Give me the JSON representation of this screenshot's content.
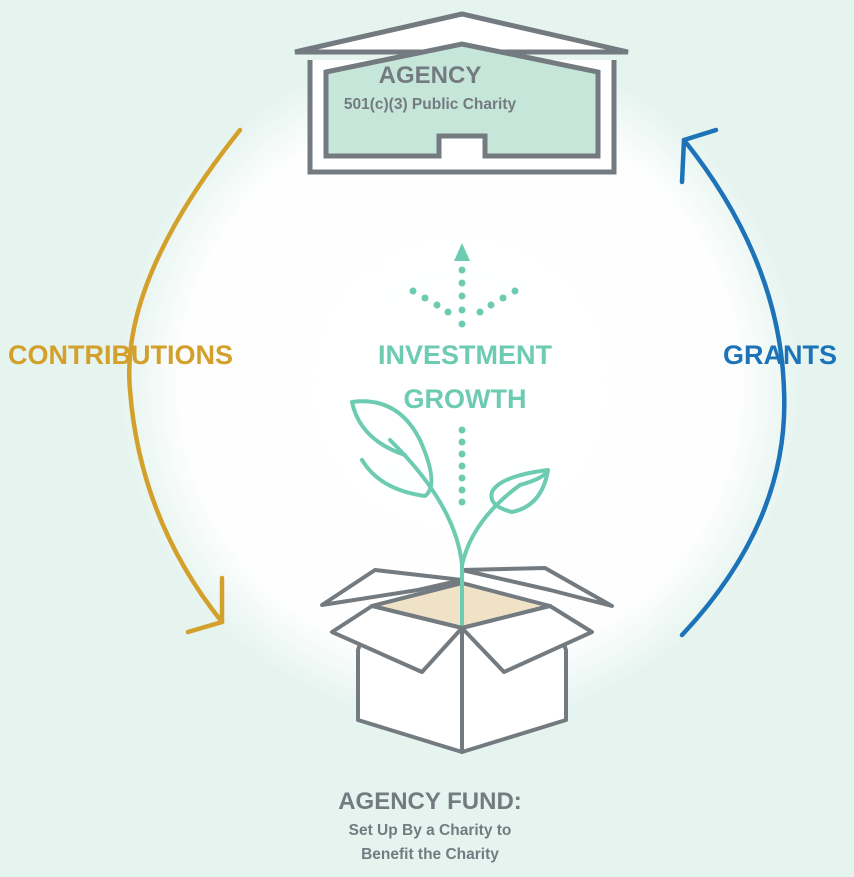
{
  "agency": {
    "title": "AGENCY",
    "subtitle": "501(c)(3) Public Charity"
  },
  "flows": {
    "contributions": "CONTRIBUTIONS",
    "grants": "GRANTS",
    "investment_line1": "INVESTMENT",
    "investment_line2": "GROWTH"
  },
  "fund": {
    "title": "AGENCY FUND:",
    "line1": "Set Up By a Charity to",
    "line2": "Benefit the Charity"
  },
  "colors": {
    "background": "#e6f4ef",
    "contributions": "#d3a02b",
    "grants": "#1c73b8",
    "investment": "#6ccbb0",
    "outline_gray": "#737b80",
    "house_fill": "#c6e6da",
    "box_fill": "#f0e2c7"
  },
  "icons": [
    "house-icon",
    "box-icon",
    "sprout-icon",
    "dotted-arrow-icon"
  ]
}
